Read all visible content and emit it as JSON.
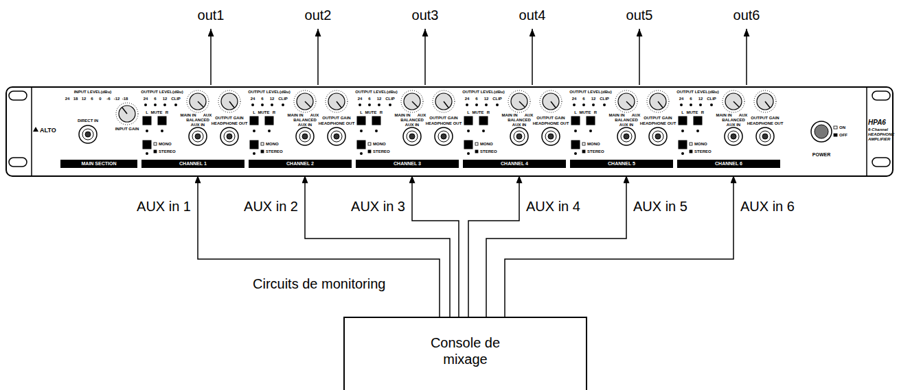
{
  "diagram": {
    "nodes": [
      {
        "text": [
          "ALTO",
          "HPA6",
          "6-Channel HEADPHONE AMPLIFIER"
        ]
      },
      {
        "text": [
          "MAIN SECTION",
          "INPUT LEVEL(dBu)",
          "24",
          "18",
          "12",
          "6",
          "0",
          "-6",
          "-12",
          "-18",
          "DIRECT IN",
          "INPUT GAIN"
        ],
        "in": 0
      },
      {
        "text": [
          "CHANNEL 1",
          "OUTPUT LEVEL(dBu)",
          "24",
          "6",
          "12",
          "CLIP",
          "L",
          "MUTE",
          "R",
          "MAIN IN",
          "AUX",
          "BALANCED",
          "AUX IN",
          "OUTPUT GAIN",
          "HEADPHONE OUT",
          "MONO",
          "STEREO"
        ],
        "in": 0
      },
      {
        "text": [
          "CHANNEL 2",
          "OUTPUT LEVEL(dBu)",
          "24",
          "6",
          "12",
          "CLIP",
          "L",
          "MUTE",
          "R",
          "MAIN IN",
          "AUX",
          "BALANCED",
          "AUX IN",
          "OUTPUT GAIN",
          "HEADPHONE OUT",
          "MONO",
          "STEREO"
        ],
        "in": 0
      },
      {
        "text": [
          "CHANNEL 3",
          "OUTPUT LEVEL(dBu)",
          "24",
          "6",
          "12",
          "CLIP",
          "L",
          "MUTE",
          "R",
          "MAIN IN",
          "AUX",
          "BALANCED",
          "AUX IN",
          "OUTPUT GAIN",
          "HEADPHONE OUT",
          "MONO",
          "STEREO"
        ],
        "in": 0
      },
      {
        "text": [
          "CHANNEL 4",
          "OUTPUT LEVEL(dBu)",
          "24",
          "6",
          "12",
          "CLIP",
          "L",
          "MUTE",
          "R",
          "MAIN IN",
          "AUX",
          "BALANCED",
          "AUX IN",
          "OUTPUT GAIN",
          "HEADPHONE OUT",
          "MONO",
          "STEREO"
        ],
        "in": 0
      },
      {
        "text": [
          "CHANNEL 5",
          "OUTPUT LEVEL(dBu)",
          "24",
          "6",
          "12",
          "CLIP",
          "L",
          "MUTE",
          "R",
          "MAIN IN",
          "AUX",
          "BALANCED",
          "AUX IN",
          "OUTPUT GAIN",
          "HEADPHONE OUT",
          "MONO",
          "STEREO"
        ],
        "in": 0
      },
      {
        "text": [
          "CHANNEL 6",
          "OUTPUT LEVEL(dBu)",
          "24",
          "6",
          "12",
          "CLIP",
          "L",
          "MUTE",
          "R",
          "MAIN IN",
          "AUX",
          "BALANCED",
          "AUX IN",
          "OUTPUT GAIN",
          "HEADPHONE OUT",
          "MONO",
          "STEREO"
        ],
        "in": 0
      },
      {
        "text": [
          "POWER",
          "ON",
          "OFF"
        ],
        "in": 0
      },
      {
        "text": [
          "Console de mixage"
        ]
      }
    ],
    "edges": [
      {
        "from": 9,
        "to": 2,
        "arrow": "to",
        "label": "AUX in 1"
      },
      {
        "from": 9,
        "to": 3,
        "arrow": "to",
        "label": "AUX in 2"
      },
      {
        "from": 9,
        "to": 4,
        "arrow": "to",
        "label": "AUX in 3"
      },
      {
        "from": 9,
        "to": 5,
        "arrow": "to",
        "label": "AUX in 4"
      },
      {
        "from": 9,
        "to": 6,
        "arrow": "to",
        "label": "AUX in 5"
      },
      {
        "from": 9,
        "to": 7,
        "arrow": "to",
        "label": "AUX in 6"
      }
    ],
    "labels": [
      "out1",
      "out2",
      "out3",
      "out4",
      "out5",
      "out6",
      "Circuits de monitoring"
    ]
  }
}
